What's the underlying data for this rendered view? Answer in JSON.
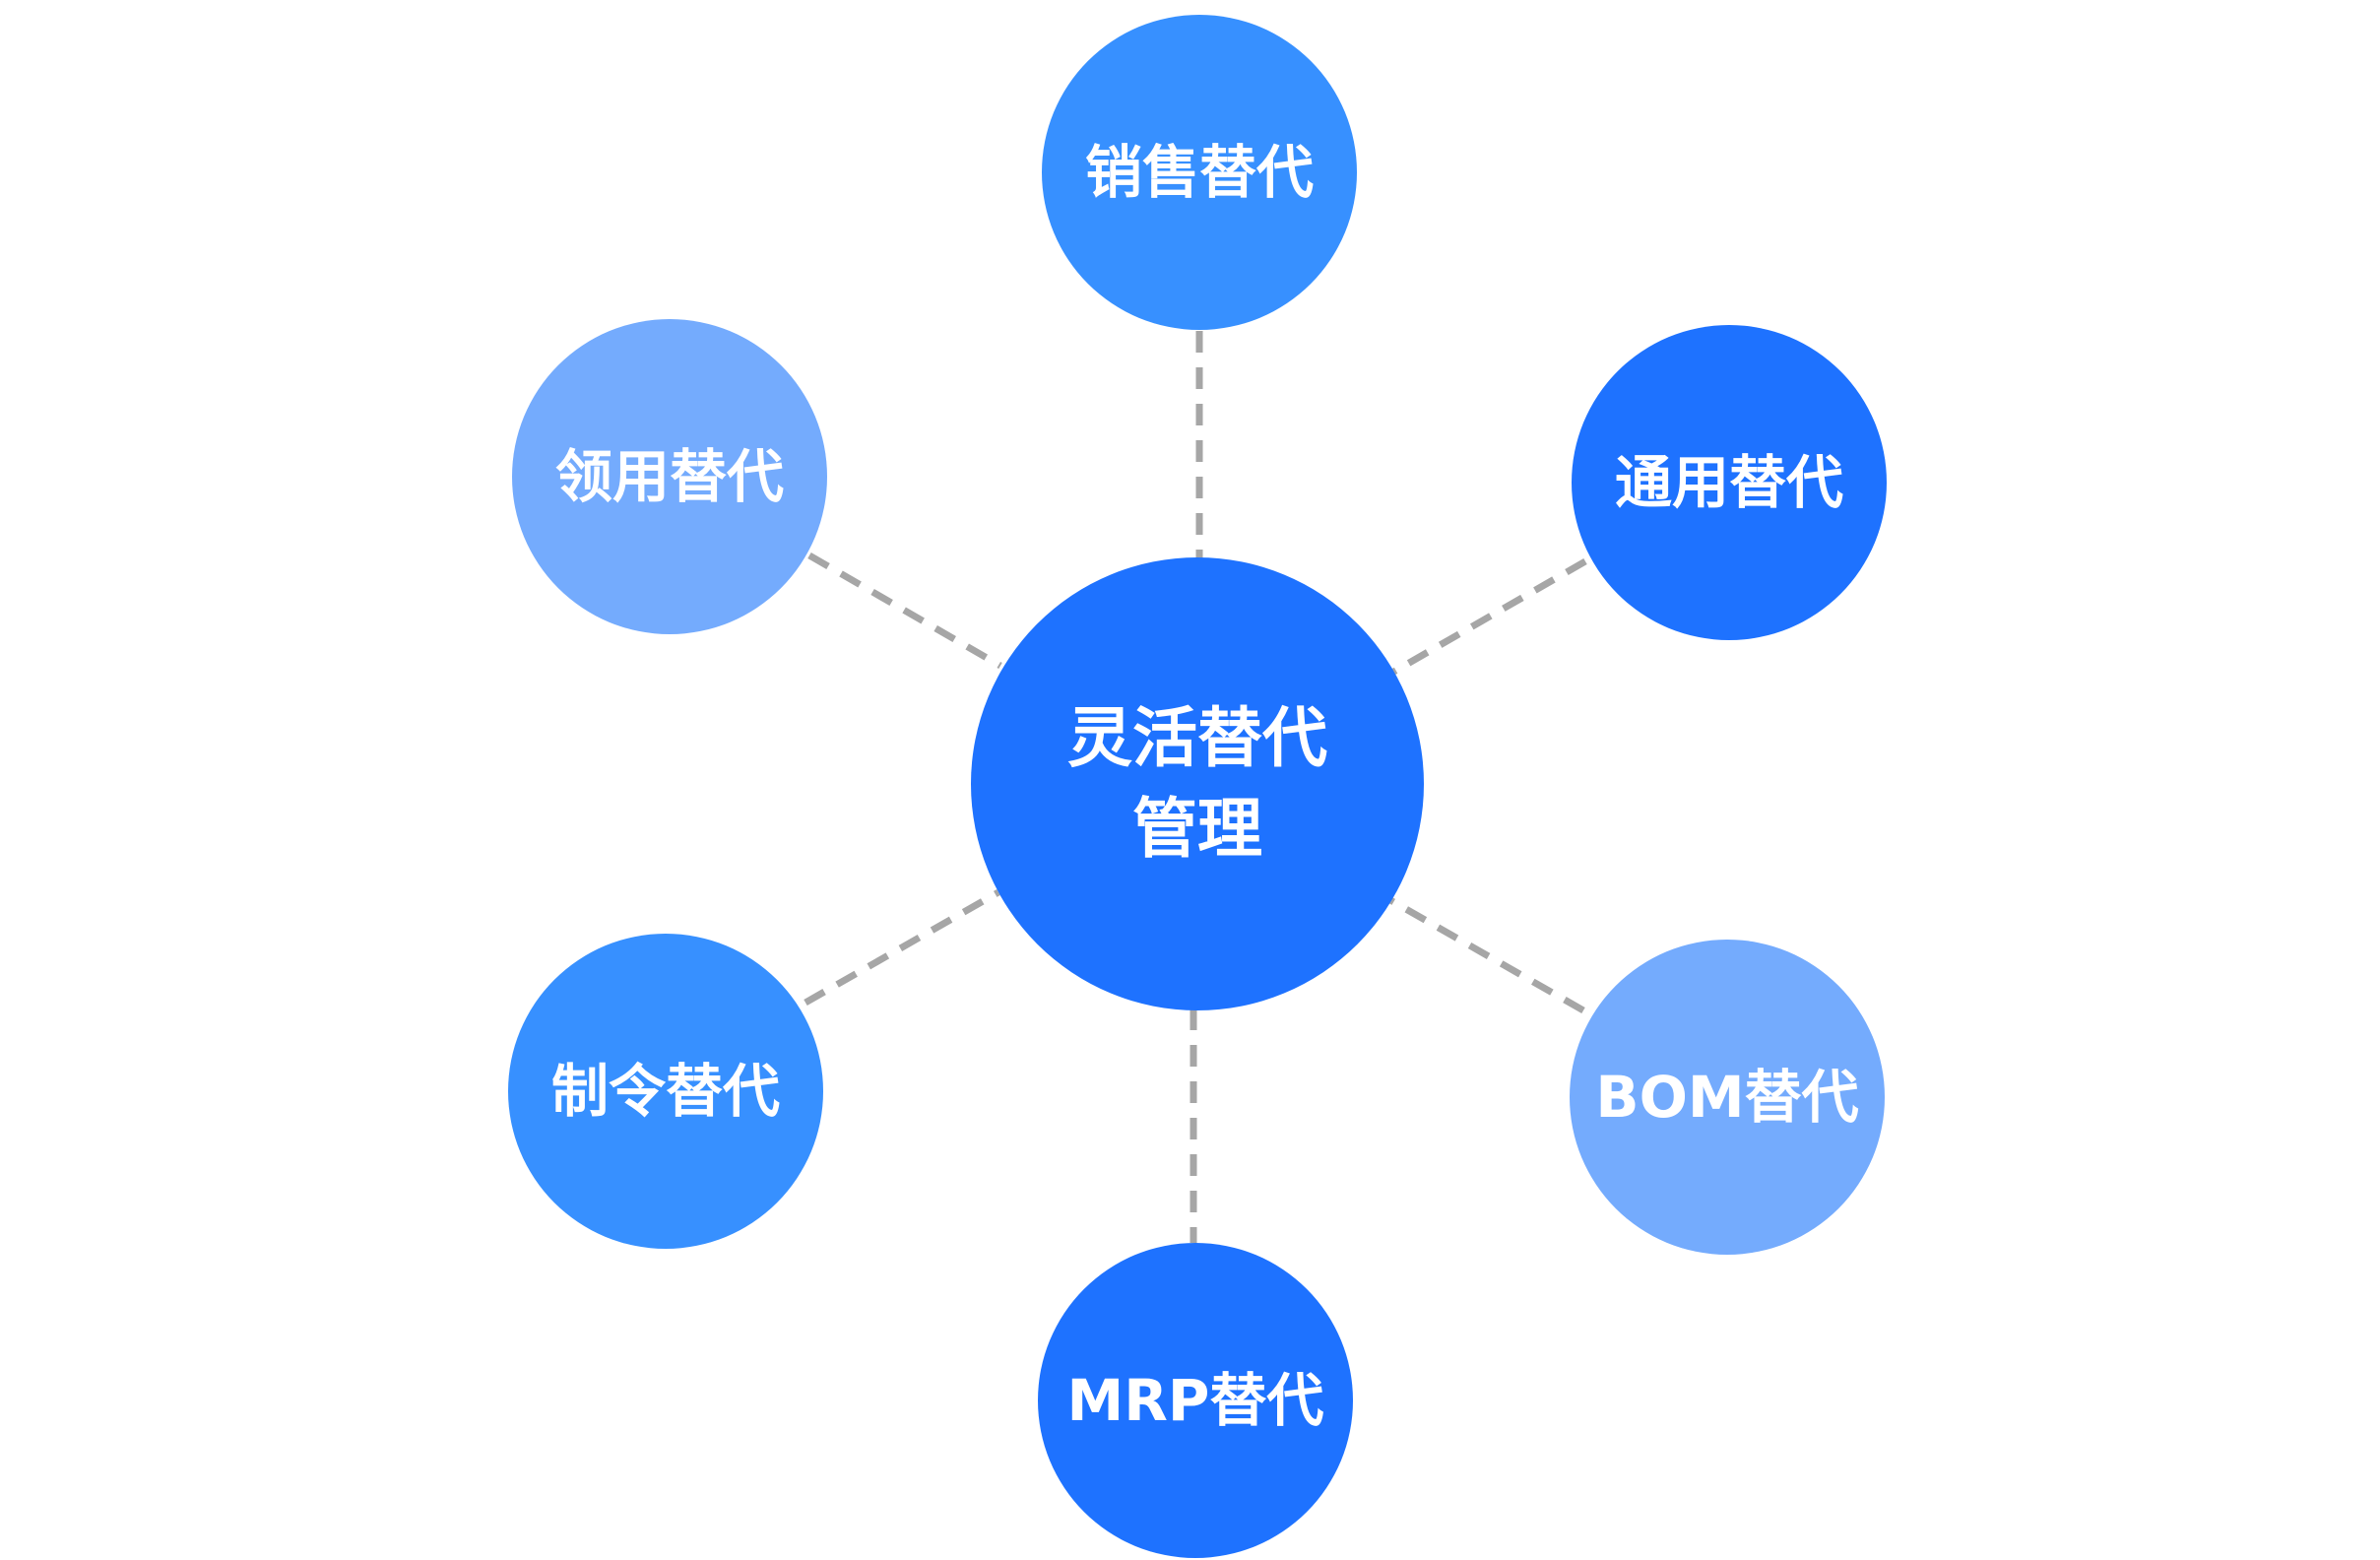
{
  "center": {
    "line1": "灵活替代",
    "line2": "管理",
    "color": "#1e72ff"
  },
  "nodes": {
    "sales": {
      "label": "销售替代",
      "color": "#3790ff"
    },
    "requisition": {
      "label": "领用替代",
      "color": "#74abfd"
    },
    "general": {
      "label": "通用替代",
      "color": "#1e72ff"
    },
    "work_order": {
      "label": "制令替代",
      "color": "#3790ff"
    },
    "bom": {
      "label": "BOM替代",
      "color": "#74abfd"
    },
    "mrp": {
      "label": "MRP替代",
      "color": "#1e72ff"
    }
  },
  "connector_color": "#a6a6a6"
}
